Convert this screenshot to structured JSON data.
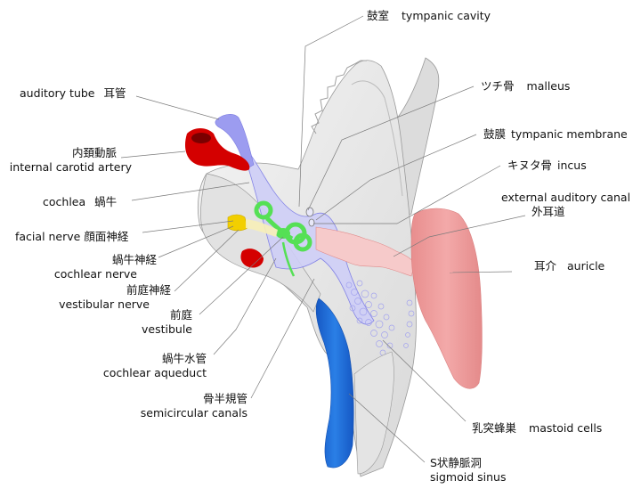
{
  "title": "Ear anatomy (bilingual Japanese / English)",
  "colors": {
    "bone": "#e6e6e6",
    "bone_edge": "#9a9a9a",
    "artery": "#d40000",
    "auditory_tube": "#9c9cf0",
    "tympanic_region": "#c9c9f5",
    "labyrinth": "#55e055",
    "facial_nerve": "#f2cf00",
    "canal": "#f6c9c9",
    "auricle": "#ee9c9c",
    "sigmoid_sinus": "#1f6fd6",
    "mastoid_cells": "#b7b7f2",
    "leader_line": "#7a7a7a"
  },
  "labels": {
    "tympanic_cavity": {
      "jp": "鼓室",
      "en": "tympanic cavity"
    },
    "auditory_tube": {
      "jp": "耳管",
      "en": "auditory tube"
    },
    "malleus": {
      "jp": "ツチ骨",
      "en": "malleus"
    },
    "internal_carotid_artery": {
      "jp": "内頚動脈",
      "en": "internal carotid artery"
    },
    "tympanic_membrane": {
      "jp": "鼓膜",
      "en": "tympanic membrane"
    },
    "incus": {
      "jp": "キヌタ骨",
      "en": "incus"
    },
    "cochlea": {
      "jp": "蝸牛",
      "en": "cochlea"
    },
    "external_auditory_canal": {
      "jp": "外耳道",
      "en": "external auditory canal"
    },
    "facial_nerve": {
      "jp": "顔面神経",
      "en": "facial nerve"
    },
    "cochlear_nerve": {
      "jp": "蝸牛神経",
      "en": "cochlear nerve"
    },
    "auricle": {
      "jp": "耳介",
      "en": "auricle"
    },
    "vestibular_nerve": {
      "jp": "前庭神経",
      "en": "vestibular nerve"
    },
    "vestibule": {
      "jp": "前庭",
      "en": "vestibule"
    },
    "cochlear_aqueduct": {
      "jp": "蝸牛水管",
      "en": "cochlear aqueduct"
    },
    "semicircular_canals": {
      "jp": "骨半規管",
      "en": "semicircular canals"
    },
    "mastoid_cells": {
      "jp": "乳突蜂巣",
      "en": "mastoid cells"
    },
    "sigmoid_sinus": {
      "jp": "S状静脈洞",
      "en": "sigmoid sinus"
    }
  }
}
